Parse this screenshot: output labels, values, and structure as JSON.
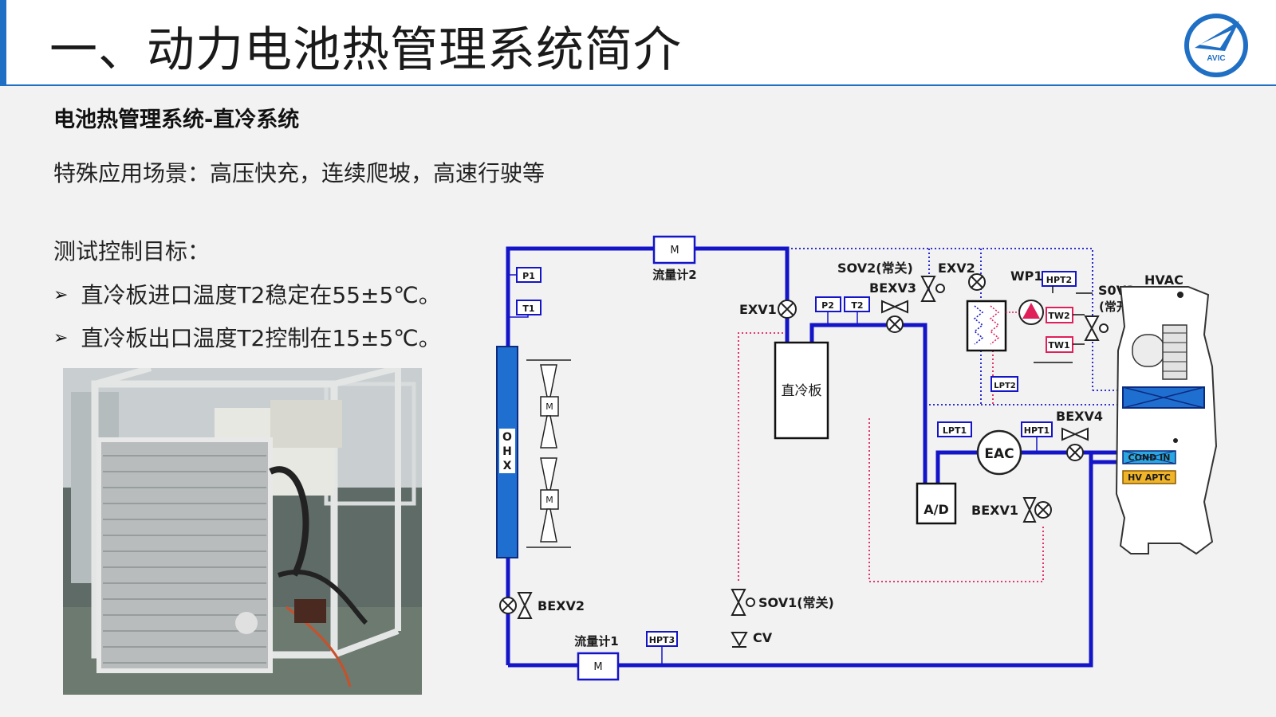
{
  "slide": {
    "title": "一、动力电池热管理系统简介",
    "logo_text": "AVIC",
    "subtitle": "电池热管理系统-直冷系统",
    "scenario": "特殊应用场景：高压快充，连续爬坡，高速行驶等",
    "goal_title": "测试控制目标：",
    "bullets": [
      "直冷板进口温度T2稳定在55±5℃。",
      "直冷板出口温度T2控制在15±5℃。"
    ]
  },
  "diagram": {
    "flowmeter2": "流量计2",
    "flowmeter1": "流量计1",
    "motor": "M",
    "p1": "P1",
    "t1": "T1",
    "p2": "P2",
    "t2": "T2",
    "ohx": [
      "O",
      "H",
      "X"
    ],
    "exv1": "EXV1",
    "exv2": "EXV2",
    "sov2": "SOV2(常关)",
    "bexv3": "BEXV3",
    "wp1": "WP1",
    "hpt2": "HPT2",
    "tw2": "TW2",
    "tw1": "TW1",
    "sov3": "S0V3",
    "sov3_state": "(常开)",
    "hvac": "HVAC",
    "cold_plate": "直冷板",
    "lpt2": "LPT2",
    "lpt1": "LPT1",
    "hpt1": "HPT1",
    "bexv4": "BEXV4",
    "eac": "EAC",
    "ad": "A/D",
    "bexv1": "BEXV1",
    "cond_in": "COND IN",
    "hv_aptc": "HV APTC",
    "bexv2": "BEXV2",
    "sov1": "SOV1(常关)",
    "cv": "CV",
    "hpt3": "HPT3"
  },
  "colors": {
    "accent": "#1f6fc5",
    "pipe": "#1414c8",
    "coolant": "#e0205a"
  }
}
